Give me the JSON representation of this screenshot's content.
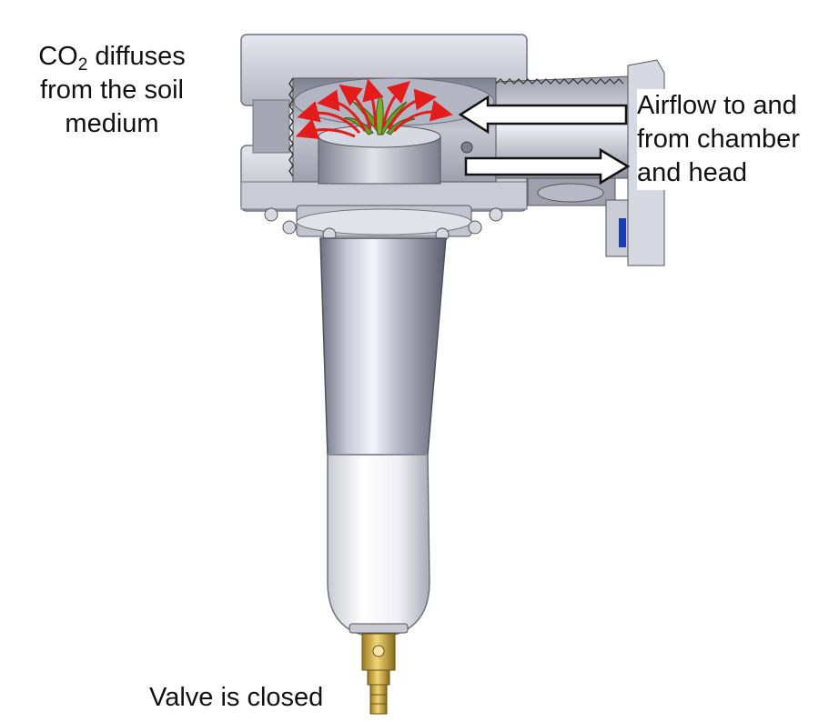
{
  "labels": {
    "co2": {
      "line1_prefix": "CO",
      "line1_sub": "2",
      "line1_suffix": " diffuses",
      "line2": "from the soil",
      "line3": "medium"
    },
    "airflow": {
      "line1": "Airflow to and",
      "line2": "from chamber",
      "line3": "and head"
    },
    "valve": "Valve is closed"
  },
  "colors": {
    "co2_arrows": "#e31b1b",
    "plant": "#6f9a2e",
    "airflow_arrows_fill": "#ffffff",
    "metal": "#b9bcc8",
    "brass": "#d8b64a"
  }
}
